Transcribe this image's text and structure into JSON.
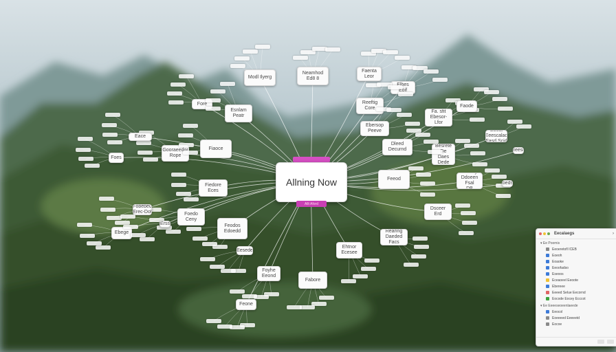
{
  "central": {
    "title": "Allning Now",
    "subtitle": "Allt Aford"
  },
  "nodes": [
    {
      "label": "Modl Ilyerg"
    },
    {
      "label": "Neamhod\nEd8 8"
    },
    {
      "label": "Faenta\nLeor"
    },
    {
      "label": "Elbes\nEoif"
    },
    {
      "label": "Fore"
    },
    {
      "label": "Esnlam\nPeatr"
    },
    {
      "label": "Reeftig\nCore"
    },
    {
      "label": "Fa. sfit\nEbesor-Lfor"
    },
    {
      "label": "Faode"
    },
    {
      "label": "Gooraeedor\nRope"
    },
    {
      "label": "Fiaoce"
    },
    {
      "label": "Besrete De\nDaes Dede"
    },
    {
      "label": "Ebersop\nPeeve"
    },
    {
      "label": "Dleed\nDecurnd"
    },
    {
      "label": "Eoest\nEeescalad\nFasd Scid"
    },
    {
      "label": "Feeod"
    },
    {
      "label": "Dathey\nDdoeen Fsal\nDB"
    },
    {
      "label": "Fiedore\nEces"
    },
    {
      "label": "Foedo\nCeny"
    },
    {
      "label": "Dsceer\nErd"
    },
    {
      "label": "Feodos\nEdoedd"
    },
    {
      "label": "Rearing\nDaeded\nFacs"
    },
    {
      "label": "Ehtnor\nEcesee"
    },
    {
      "label": "Ebege"
    },
    {
      "label": "Fabore"
    },
    {
      "label": "Foyhe\nEeond"
    },
    {
      "label": "Fobebed\nErec-Dof"
    },
    {
      "label": "Feone"
    },
    {
      "label": "Eesede"
    },
    {
      "label": "Foes"
    },
    {
      "label": "Eace"
    },
    {
      "label": "Erss"
    },
    {
      "label": "Reesd"
    },
    {
      "label": "Eoedsd"
    }
  ],
  "panel": {
    "title": "Eecalaegs",
    "section1": "Ee Poomis",
    "rows1": [
      {
        "label": "Eeoeretofl ICEB",
        "color": "#8a8a8a"
      },
      {
        "label": "Eoeoh",
        "color": "#3d7bd8"
      },
      {
        "label": "Eoaoke",
        "color": "#3d7bd8"
      },
      {
        "label": "Eeoofadso",
        "color": "#3d7bd8"
      },
      {
        "label": "Eseoos",
        "color": "#3d7bd8"
      },
      {
        "label": "Eceaoeel Eeoote",
        "color": "#f1c232"
      },
      {
        "label": "Ebereee",
        "color": "#3d7bd8"
      },
      {
        "label": "Eeeed Selue Eecornd",
        "color": "#e06666"
      },
      {
        "label": "Eocode Eocey Ecccot",
        "color": "#3da33d"
      }
    ],
    "section2": "Ee Eeeeseoeenlaeede",
    "rows2": [
      {
        "label": "Eeocol",
        "color": "#3d7bd8"
      },
      {
        "label": "Eoeeeed Eeeeetd",
        "color": "#8a8a8a"
      },
      {
        "label": "Eocoe",
        "color": "#8a8a8a"
      }
    ]
  }
}
